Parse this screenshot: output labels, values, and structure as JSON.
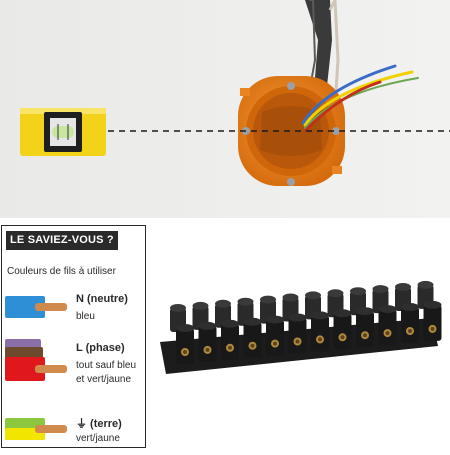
{
  "infobox": {
    "title": "LE SAVIEZ-VOUS ?",
    "subtitle": "Couleurs de fils à utiliser",
    "legend": [
      {
        "name": "N (neutre)",
        "desc": [
          "bleu"
        ],
        "colors": [
          "#2e8fd6"
        ]
      },
      {
        "name": "L (phase)",
        "desc": [
          "tout sauf bleu",
          "et vert/jaune"
        ],
        "colors": [
          "#8a6fa8",
          "#6b4a2e",
          "#e0181c"
        ]
      },
      {
        "name": "⏚ (terre)",
        "desc": [
          "vert/jaune"
        ],
        "colors": [
          "#8dc63f",
          "#f2e500"
        ]
      }
    ]
  },
  "colors": {
    "wall": "#ececea",
    "box_orange": "#e67a13",
    "level_yellow": "#f3d21a",
    "terminal_black": "#1c1c1c",
    "copper": "#d08a4c"
  }
}
